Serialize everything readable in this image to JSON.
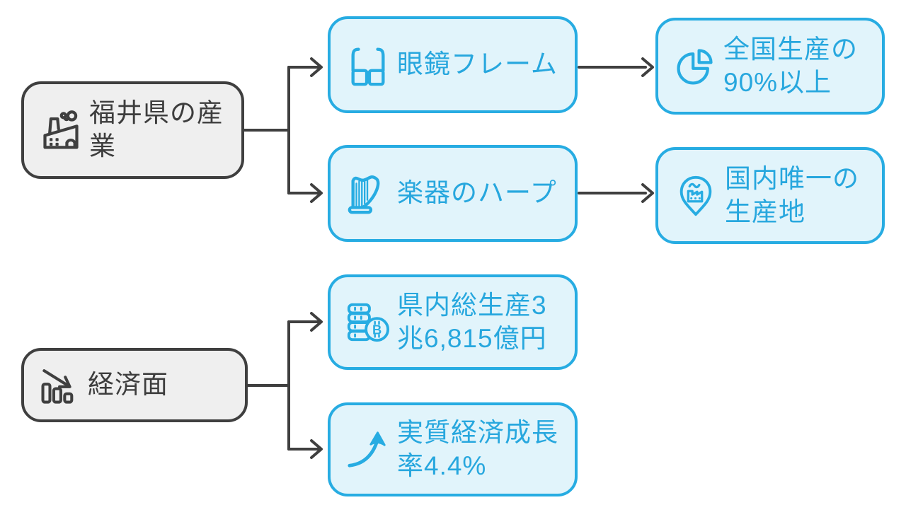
{
  "diagram": {
    "background_color": "#ffffff",
    "colors": {
      "root_border": "#3f3f3f",
      "root_fill": "#efefef",
      "root_text": "#3d3d3d",
      "branch_border": "#27ace2",
      "branch_fill": "#e1f4fb",
      "branch_text": "#27a7de",
      "connector": "#3f3f3f"
    },
    "nodes": {
      "industry": {
        "label": "福井県の産業",
        "icon": "factory-icon"
      },
      "glasses": {
        "label": "眼鏡フレーム",
        "icon": "eyeglasses-icon"
      },
      "glasses_stat": {
        "label": "全国生産の90%以上",
        "icon": "pie-chart-icon"
      },
      "harp": {
        "label": "楽器のハープ",
        "icon": "harp-icon"
      },
      "harp_stat": {
        "label": "国内唯一の生産地",
        "icon": "map-pin-factory-icon"
      },
      "economy": {
        "label": "経済面",
        "icon": "declining-bar-chart-icon"
      },
      "gdp": {
        "label": "県内総生産3兆6,815億円",
        "icon": "coin-stack-icon"
      },
      "growth": {
        "label": "実質経済成長率4.4%",
        "icon": "rising-curve-arrow-icon"
      }
    },
    "edges": [
      {
        "from": "industry",
        "to": "glasses"
      },
      {
        "from": "industry",
        "to": "harp"
      },
      {
        "from": "glasses",
        "to": "glasses_stat"
      },
      {
        "from": "harp",
        "to": "harp_stat"
      },
      {
        "from": "economy",
        "to": "gdp"
      },
      {
        "from": "economy",
        "to": "growth"
      }
    ]
  }
}
